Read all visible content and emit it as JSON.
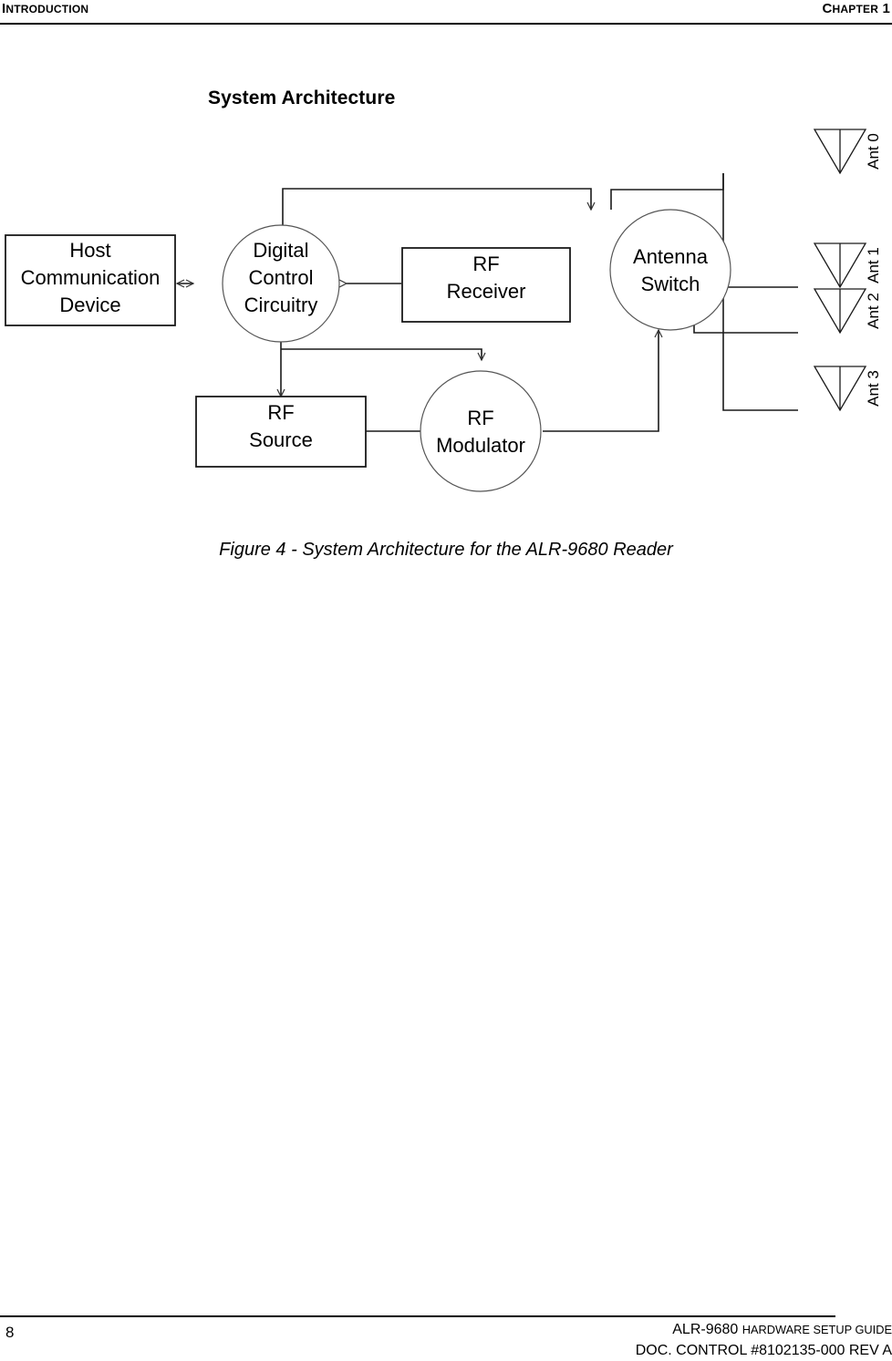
{
  "header": {
    "left_small": "I",
    "left_rest": "NTRODUCTION",
    "left_full": "INTRODUCTION",
    "right_small": "C",
    "right_rest": "HAPTER",
    "right_num": "1"
  },
  "section": {
    "heading": "System Architecture"
  },
  "figure": {
    "caption": "Figure 4 - System Architecture for the ALR-9680 Reader",
    "nodes": [
      {
        "id": "host",
        "shape": "rect",
        "lines": [
          "Host",
          "Communication",
          "Device"
        ]
      },
      {
        "id": "digital",
        "shape": "circle",
        "lines": [
          "Digital",
          "Control",
          "Circuitry"
        ]
      },
      {
        "id": "receiver",
        "shape": "rect",
        "lines": [
          "RF",
          "Receiver"
        ]
      },
      {
        "id": "switch",
        "shape": "circle",
        "lines": [
          "Antenna",
          "Switch"
        ]
      },
      {
        "id": "source",
        "shape": "rect",
        "lines": [
          "RF",
          "Source"
        ]
      },
      {
        "id": "modulator",
        "shape": "circle",
        "lines": [
          "RF",
          "Modulator"
        ]
      }
    ],
    "antennas": [
      {
        "id": "ant0",
        "label": "Ant 0"
      },
      {
        "id": "ant1",
        "label": "Ant 1"
      },
      {
        "id": "ant2",
        "label": "Ant 2"
      },
      {
        "id": "ant3",
        "label": "Ant 3"
      }
    ]
  },
  "footer": {
    "page_number": "8",
    "line1_model": "ALR-9680 ",
    "line1_rest": "HARDWARE SETUP GUIDE",
    "line2": "DOC. CONTROL  #8102135-000 REV A"
  },
  "colors": {
    "ink": "#000000",
    "paper": "#ffffff",
    "diagram_stroke": "#1a1a1a"
  }
}
